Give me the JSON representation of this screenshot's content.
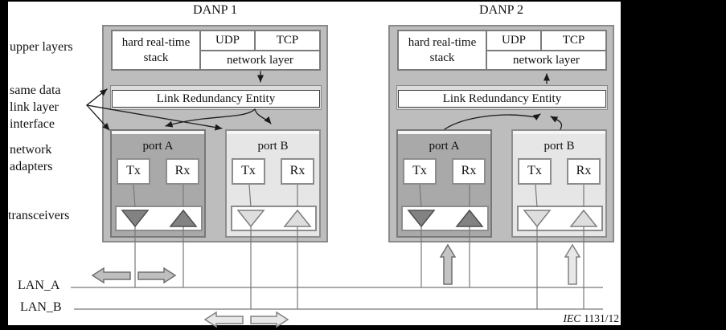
{
  "side_labels": {
    "upper_layers": "upper layers",
    "link_interface_lines": [
      "same data",
      "link layer",
      "interface"
    ],
    "network_adapters_lines": [
      "network",
      "adapters"
    ],
    "transceivers": "transceivers"
  },
  "nodes": [
    {
      "title": "DANP 1",
      "upper": {
        "stack": "hard real-time stack",
        "udp": "UDP",
        "tcp": "TCP",
        "network_layer": "network layer"
      },
      "lre": "Link Redundancy Entity",
      "port_a": {
        "label": "port A",
        "tx": "Tx",
        "rx": "Rx"
      },
      "port_b": {
        "label": "port B",
        "tx": "Tx",
        "rx": "Rx"
      }
    },
    {
      "title": "DANP 2",
      "upper": {
        "stack": "hard real-time stack",
        "udp": "UDP",
        "tcp": "TCP",
        "network_layer": "network layer"
      },
      "lre": "Link Redundancy Entity",
      "port_a": {
        "label": "port A",
        "tx": "Tx",
        "rx": "Rx"
      },
      "port_b": {
        "label": "port B",
        "tx": "Tx",
        "rx": "Rx"
      }
    }
  ],
  "lans": {
    "lan_a": "LAN_A",
    "lan_b": "LAN_B"
  },
  "footer": {
    "standard_prefix": "IEC",
    "standard_number": "1131/12"
  },
  "colors": {
    "frame": "#000000",
    "canvas": "#ffffff",
    "node_fill": "#bdbdbd",
    "port_a_fill": "#a9a9a9",
    "port_b_fill": "#e6e6e6",
    "triangle_dark": "#828282",
    "triangle_light": "#dedede",
    "lan_a_arrow": "#bfbfbf",
    "lan_b_arrow": "#e8e8e8"
  }
}
